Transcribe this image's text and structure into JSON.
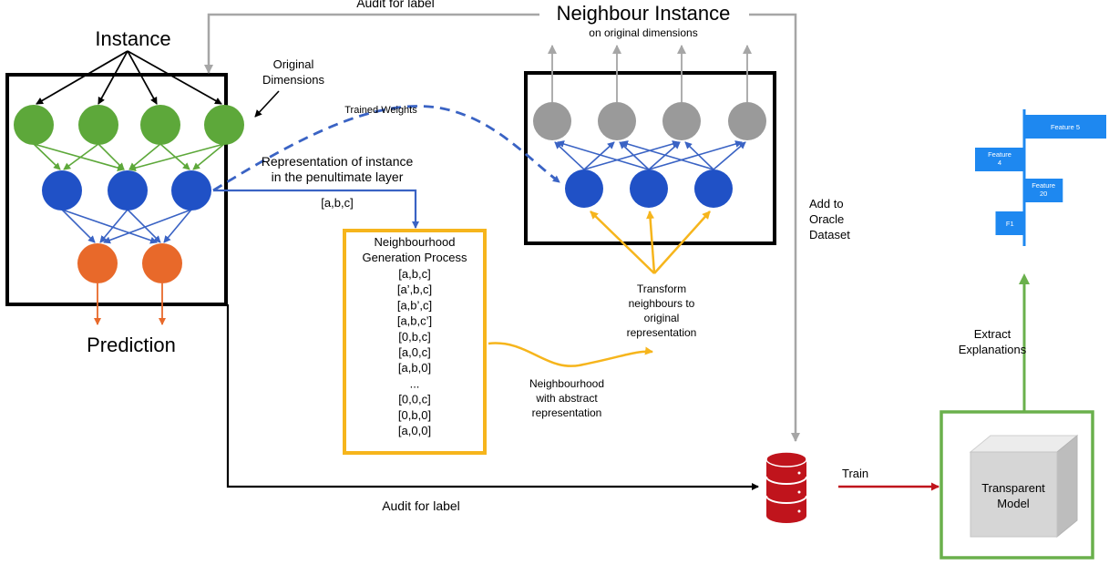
{
  "colors": {
    "green": "#5da83a",
    "blue": "#2051c6",
    "orange": "#e8692a",
    "gray": "#9a9a9a",
    "yellow": "#f6b51c",
    "arrow_blue": "#3a63c4",
    "arrow_gray": "#a6a6a6",
    "red": "#c0141c",
    "box_green": "#6ab04c",
    "bar_blue": "#1e88f0"
  },
  "icons": {
    "database": "database-cylinder-icon",
    "model": "cube-icon"
  },
  "labels": {
    "instance": "Instance",
    "original_dimensions_1": "Original",
    "original_dimensions_2": "Dimensions",
    "prediction": "Prediction",
    "audit_top": "Audit for label",
    "audit_bottom": "Audit for label",
    "neighbour_title": "Neighbour Instance",
    "neighbour_sub": "on original dimensions",
    "trained_weights": "Trained Weights",
    "representation_1": "Representation of instance",
    "representation_2": "in the penultimate layer",
    "abc": "[a,b,c]",
    "transform_1": "Transform",
    "transform_2": "neighbours to",
    "transform_3": "original",
    "transform_4": "representation",
    "neigh_abs_1": "Neighbourhood",
    "neigh_abs_2": "with abstract",
    "neigh_abs_3": "representation",
    "add_1": "Add to",
    "add_2": "Oracle",
    "add_3": "Dataset",
    "train": "Train",
    "extract_1": "Extract",
    "extract_2": "Explanations",
    "model_1": "Transparent",
    "model_2": "Model"
  },
  "neighbourhood_box": {
    "title_1": "Neighbourhood",
    "title_2": "Generation Process",
    "items": [
      "[a,b,c]",
      "[a’,b,c]",
      "[a,b’,c]",
      "[a,b,c’]",
      "[0,b,c]",
      "[a,0,c]",
      "[a,b,0]",
      "...",
      "[0,0,c]",
      "[0,b,0]",
      "[a,0,0]"
    ]
  },
  "feature_chart": {
    "features": [
      {
        "label": "Feature 5",
        "value": 1.0,
        "direction": "right"
      },
      {
        "label": "Feature 4",
        "value": 0.6,
        "direction": "left"
      },
      {
        "label": "Feature 20",
        "value": 0.47,
        "direction": "right"
      },
      {
        "label": "F1",
        "value": 0.35,
        "direction": "left"
      }
    ]
  }
}
